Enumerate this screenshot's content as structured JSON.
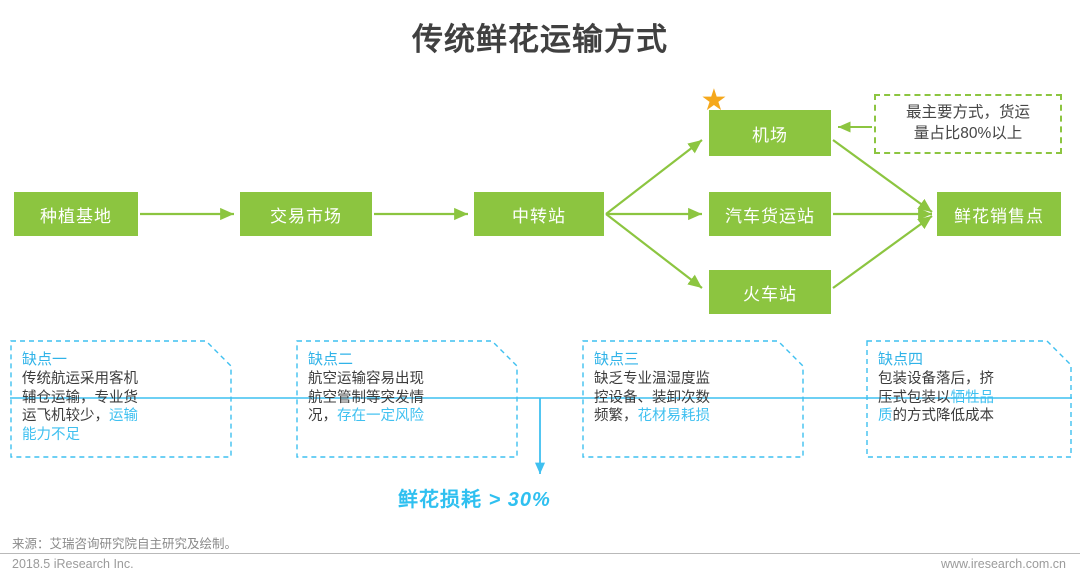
{
  "header": {
    "title": "传统鲜花运输方式"
  },
  "flow": {
    "nodes": [
      {
        "id": "base",
        "label": "种植基地"
      },
      {
        "id": "market",
        "label": "交易市场"
      },
      {
        "id": "transfer",
        "label": "中转站"
      },
      {
        "id": "airport",
        "label": "机场"
      },
      {
        "id": "truck",
        "label": "汽车货运站"
      },
      {
        "id": "train",
        "label": "火车站"
      },
      {
        "id": "shop",
        "label": "鲜花销售点"
      }
    ],
    "star_icon": "★",
    "note": {
      "line1": "最主要方式，货运",
      "line2": "量占比80%以上"
    },
    "colors": {
      "node_fill": "#8CC540",
      "arrow": "#8CC540",
      "star": "#F5A81C"
    }
  },
  "drawbacks": [
    {
      "title": "缺点一",
      "text_plain_1": "传统航运采用客机",
      "text_plain_2": "辅仓运输，专业货",
      "text_plain_3": "运飞机较少，",
      "text_highlight_1": "运输",
      "text_highlight_2": "能力不足"
    },
    {
      "title": "缺点二",
      "text_plain_1": "航空运输容易出现",
      "text_plain_2": "航空管制等突发情",
      "text_plain_3": "况，",
      "text_highlight_1": "存在一定风险"
    },
    {
      "title": "缺点三",
      "text_plain_1": "缺乏专业温湿度监",
      "text_plain_2": "控设备、装卸次数",
      "text_plain_3": "频繁，",
      "text_highlight_1": "花材易耗损"
    },
    {
      "title": "缺点四",
      "text_plain_1": "包装设备落后，挤",
      "text_plain_2": "压式包装以",
      "text_highlight_1": "牺牲品",
      "text_highlight_2": "质",
      "text_plain_3": "的方式降低成本"
    }
  ],
  "summary": {
    "label": "鲜花损耗",
    "value": "> 30%",
    "color": "#2FC0F0"
  },
  "footer": {
    "source": "来源：艾瑞咨询研究院自主研究及绘制。",
    "copyright": "2018.5 iResearch Inc.",
    "site": "www.iresearch.com.cn"
  }
}
